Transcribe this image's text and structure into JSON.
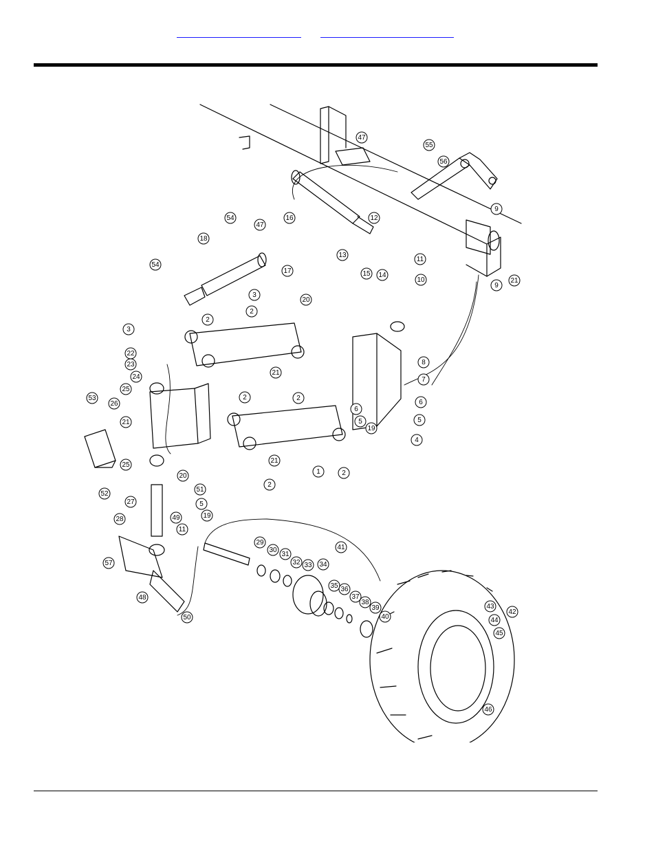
{
  "header": {
    "links": [
      {
        "id": "link-left",
        "label": ""
      },
      {
        "id": "link-right",
        "label": ""
      }
    ]
  },
  "diagram": {
    "callouts": [
      "1",
      "2",
      "3",
      "4",
      "5",
      "6",
      "7",
      "8",
      "9",
      "10",
      "11",
      "12",
      "13",
      "14",
      "15",
      "16",
      "17",
      "18",
      "19",
      "20",
      "21",
      "22",
      "23",
      "24",
      "25",
      "26",
      "27",
      "28",
      "29",
      "30",
      "31",
      "32",
      "33",
      "34",
      "35",
      "36",
      "37",
      "38",
      "39",
      "40",
      "41",
      "42",
      "43",
      "44",
      "45",
      "46",
      "47",
      "48",
      "49",
      "50",
      "51",
      "52",
      "53",
      "54",
      "55",
      "56",
      "57"
    ]
  },
  "footer": {}
}
